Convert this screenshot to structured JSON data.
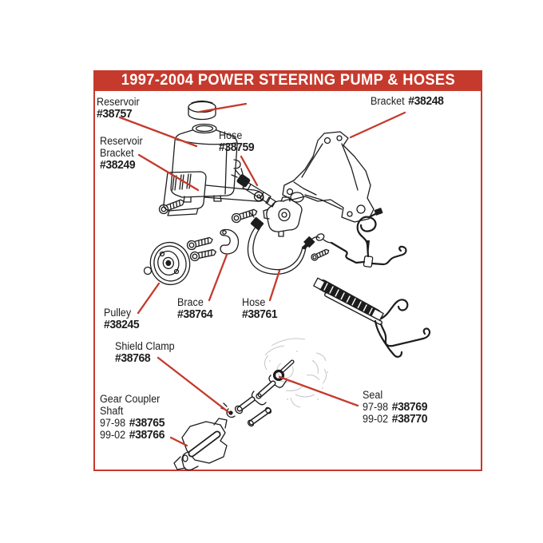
{
  "header": {
    "title": "1997-2004 POWER STEERING PUMP & HOSES"
  },
  "colors": {
    "banner_red": "#c63a2d",
    "leader_red": "#c43a2b",
    "ink": "#1d1d1d",
    "ghost_gray": "#c6c6c6",
    "background": "#ffffff"
  },
  "parts": {
    "reservoir": {
      "name": "Reservoir",
      "number": "#38757"
    },
    "bracket": {
      "name": "Bracket",
      "number": "#38248"
    },
    "reservoir_bracket": {
      "name_line1": "Reservoir",
      "name_line2": "Bracket",
      "number": "#38249"
    },
    "hose_upper": {
      "name": "Hose",
      "number": "#38759"
    },
    "pulley": {
      "name": "Pulley",
      "number": "#38245"
    },
    "brace": {
      "name": "Brace",
      "number": "#38764"
    },
    "hose_lower": {
      "name": "Hose",
      "number": "#38761"
    },
    "shield_clamp": {
      "name": "Shield Clamp",
      "number": "#38768"
    },
    "gear_coupler_shaft": {
      "name_line1": "Gear Coupler",
      "name_line2": "Shaft",
      "variants": [
        {
          "years": "97-98",
          "number": "#38765"
        },
        {
          "years": "99-02",
          "number": "#38766"
        }
      ]
    },
    "seal": {
      "name": "Seal",
      "variants": [
        {
          "years": "97-98",
          "number": "#38769"
        },
        {
          "years": "99-02",
          "number": "#38770"
        }
      ]
    }
  }
}
